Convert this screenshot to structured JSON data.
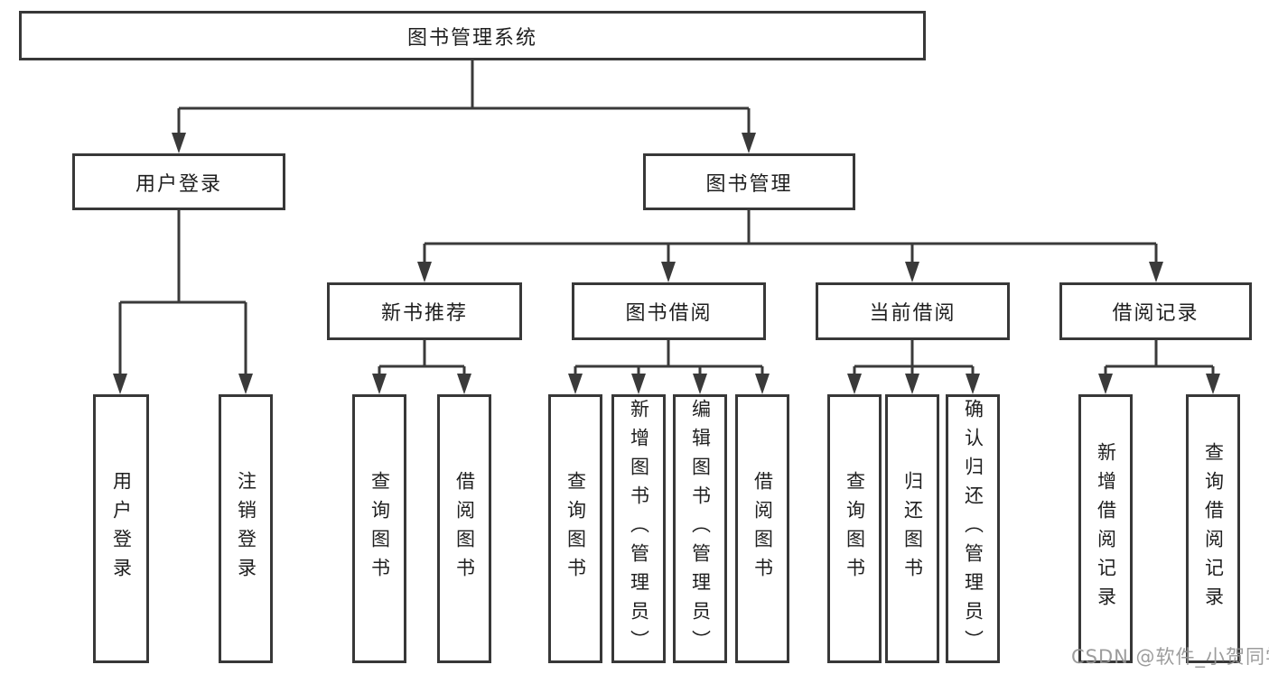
{
  "diagram": {
    "root": {
      "label": "图书管理系统"
    },
    "branches": [
      {
        "label": "用户登录",
        "children": [
          {
            "label": "用户登录"
          },
          {
            "label": "注销登录"
          }
        ]
      },
      {
        "label": "图书管理",
        "groups": [
          {
            "label": "新书推荐",
            "children": [
              {
                "label": "查询图书"
              },
              {
                "label": "借阅图书"
              }
            ]
          },
          {
            "label": "图书借阅",
            "children": [
              {
                "label": "查询图书"
              },
              {
                "label": "新增图书（管理员）"
              },
              {
                "label": "编辑图书（管理员）"
              },
              {
                "label": "借阅图书"
              }
            ]
          },
          {
            "label": "当前借阅",
            "children": [
              {
                "label": "查询图书"
              },
              {
                "label": "归还图书"
              },
              {
                "label": "确认归还（管理员）"
              }
            ]
          },
          {
            "label": "借阅记录",
            "children": [
              {
                "label": "新增借阅记录"
              },
              {
                "label": "查询借阅记录"
              }
            ]
          }
        ]
      }
    ],
    "watermark": "CSDN @软件_小贺同学",
    "colors": {
      "line": "#3a3a3a",
      "border": "#383838",
      "text": "#1f1f1f",
      "watermark": "#949494",
      "background": "#ffffff"
    }
  }
}
